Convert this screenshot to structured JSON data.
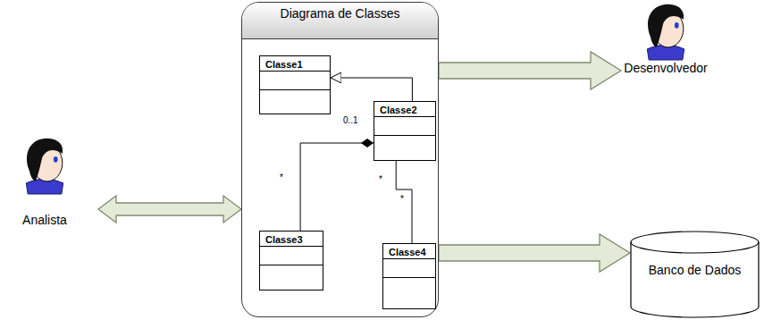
{
  "diagram": {
    "nodes": [
      {
        "text": [
          "Analista"
        ]
      },
      {
        "text": [
          "Diagrama de Classes"
        ]
      },
      {
        "text": [
          "Classe1"
        ],
        "in": 1
      },
      {
        "text": [
          "Classe2"
        ],
        "in": 1
      },
      {
        "text": [
          "Classe3"
        ],
        "in": 1
      },
      {
        "text": [
          "Classe4"
        ],
        "in": 1
      },
      {
        "text": [
          "Desenvolvedor"
        ]
      },
      {
        "text": [
          "Banco de Dados"
        ]
      }
    ],
    "edges": [
      {
        "from": 0,
        "to": 1,
        "arrow": "both"
      },
      {
        "from": 1,
        "to": 6,
        "arrow": "to"
      },
      {
        "from": 1,
        "to": 7,
        "arrow": "to"
      },
      {
        "from": 3,
        "to": 2,
        "arrow": "to"
      },
      {
        "from": 4,
        "to": 3,
        "arrow": "to"
      },
      {
        "from": 3,
        "to": 5,
        "arrow": "none"
      }
    ],
    "labels": [
      "0..1",
      "*",
      "*",
      "*"
    ]
  }
}
